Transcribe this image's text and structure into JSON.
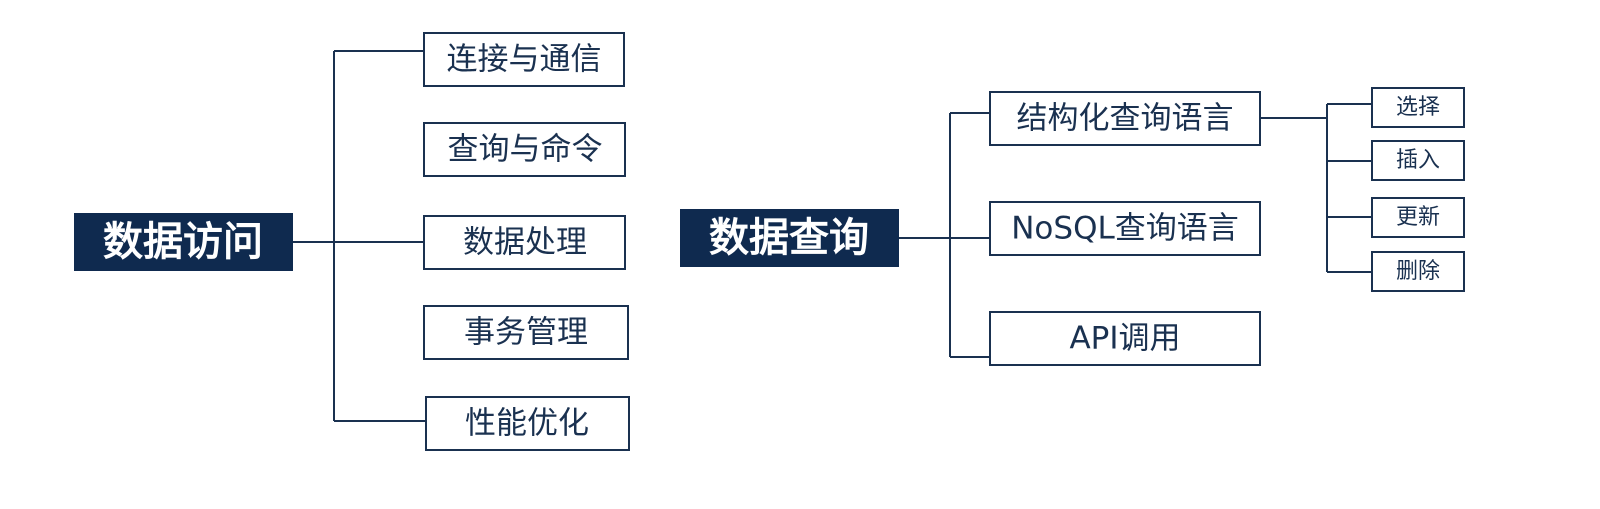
{
  "colors": {
    "root_fill": "#0f2a4f",
    "root_text": "#ffffff",
    "line": "#1a3150",
    "node_text": "#1a3150"
  },
  "tree1": {
    "root": "数据访问",
    "children": [
      "连接与通信",
      "查询与命令",
      "数据处理",
      "事务管理",
      "性能优化"
    ]
  },
  "tree2": {
    "root": "数据查询",
    "children": [
      "结构化查询语言",
      "NoSQL查询语言",
      "API调用"
    ],
    "sql_children": [
      "选择",
      "插入",
      "更新",
      "删除"
    ]
  }
}
